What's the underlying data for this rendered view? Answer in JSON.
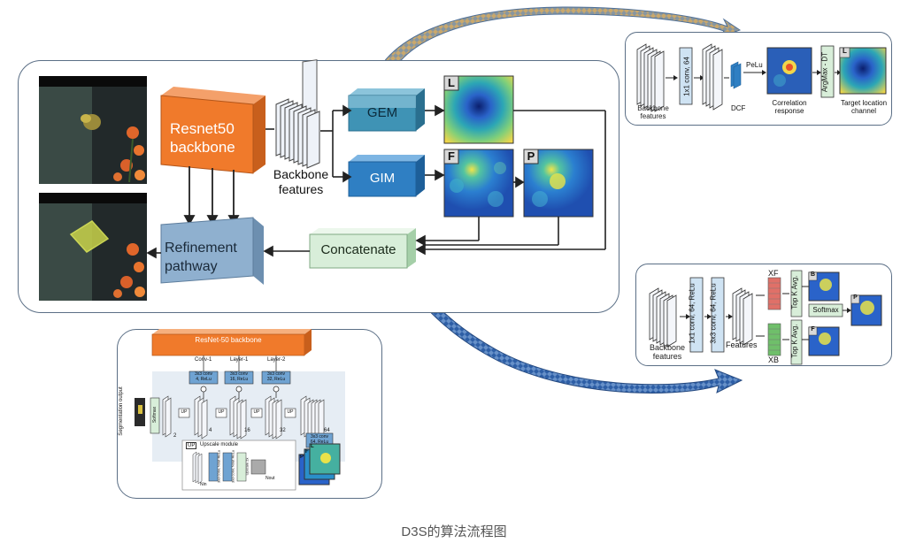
{
  "caption": "D3S的算法流程图",
  "main": {
    "backbone_lines": [
      "Resnet50",
      "backbone"
    ],
    "backbone_features": [
      "Backbone",
      "features"
    ],
    "gem_label": "GEM",
    "gim_label": "GIM",
    "refinement_lines": [
      "Refinement",
      "pathway"
    ],
    "concatenate_label": "Concatenate",
    "map_letters": {
      "L": "L",
      "F": "F",
      "P": "P"
    }
  },
  "gem_detail": {
    "backbone_features": [
      "Backbone",
      "features"
    ],
    "conv_label": "1x1 conv, 64",
    "prelu": "PeLu",
    "dcf": "DCF",
    "correlation": [
      "Correlation",
      "response"
    ],
    "argmax": "ArgMax - DT",
    "target": [
      "Target location",
      "channel"
    ],
    "letter": "L"
  },
  "gim_detail": {
    "backbone_features": [
      "Backbone",
      "features"
    ],
    "conv1": "1x1 conv, 64, ReLu",
    "conv2": "3x3 conv, 64, ReLu",
    "features": "Features",
    "xf": "XF",
    "xb": "XB",
    "topk1": "Top K Avg.",
    "topk2": "Top K Avg.",
    "softmax": "Softmax",
    "letters": {
      "B": "B",
      "P": "P",
      "F": "F"
    }
  },
  "refine_detail": {
    "resnet": "ResNet-50 backbone",
    "conv1": "Conv-1",
    "layer1": "Layer-1",
    "layer2": "Layer-2",
    "c1": [
      "3x3 conv",
      "4, ReLu"
    ],
    "c2": [
      "3x3 conv",
      "16, ReLu"
    ],
    "c3": [
      "3x3 conv",
      "32, ReLu"
    ],
    "c4": [
      "3x3 conv",
      "64, ReLu"
    ],
    "seg_out": "Segmentation output",
    "softmax": "Softmax",
    "up": "UP",
    "nums": [
      "2",
      "4",
      "16",
      "32",
      "64"
    ],
    "upscale_title": "Upscale module",
    "upscale_blocks": [
      "3x3 conv, Nout ReLu",
      "3x3 conv, Nout ReLu",
      "Upscale 2x"
    ],
    "n_in": "Nin",
    "n_out": "Nout",
    "letters": {
      "L": "L",
      "F": "F",
      "P": "P"
    }
  },
  "colors": {
    "orange": "#f07a2b",
    "refine_blue": "#8fb0cf",
    "gem_teal": "#3f93b5",
    "gim_blue": "#2f7fc3",
    "concat_green": "#d8eed9",
    "panel_border": "#5b6f86",
    "arrow_fill_top": "#c7a66a",
    "arrow_fill_bottom": "#2e5fa6"
  }
}
